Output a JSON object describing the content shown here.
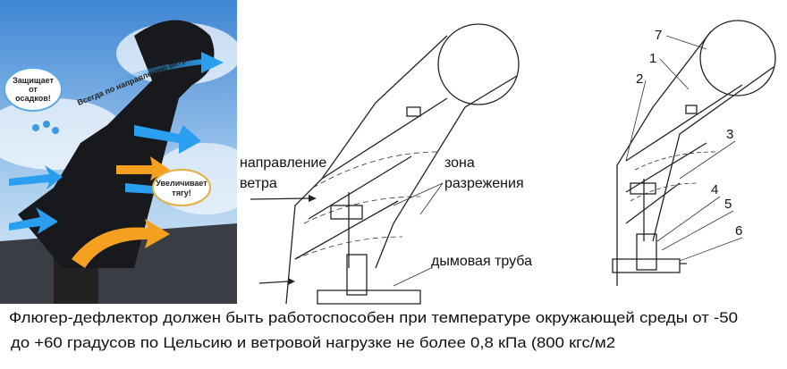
{
  "photo": {
    "cloud_protect": [
      "Защищает",
      "от",
      "осадков!"
    ],
    "ribbon": "Всегда по направлению ветра!",
    "cloud_draft": [
      "Увеличивает",
      "тягу!"
    ]
  },
  "diagram_main": {
    "wind_label": [
      "направление",
      "ветра"
    ],
    "zone_label": [
      "зона",
      "разрежения"
    ],
    "chimney_label": "дымовая труба"
  },
  "diagram_numbered": {
    "callouts": [
      "7",
      "1",
      "2",
      "3",
      "4",
      "5",
      "6"
    ]
  },
  "caption": {
    "line1": "Флюгер-дефлектор должен быть работоспособен при температуре  окружающей среды от -50",
    "line2": "до +60 градусов по Цельсию и ветровой нагрузке не более 0,8 кПа (800 кгс/м2"
  },
  "colors": {
    "arrow_blue": "#2a8fe0",
    "arrow_orange": "#f0a020",
    "sky": "#4b8fd6"
  }
}
